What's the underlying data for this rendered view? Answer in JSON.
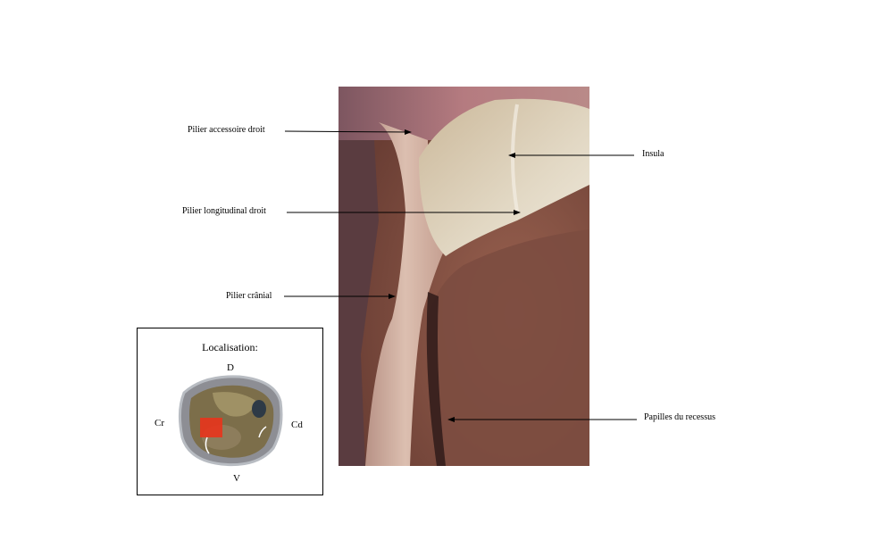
{
  "labels": {
    "pilier_accessoire": "Pilier accessoire droit",
    "pilier_longitudinal": "Pilier longitudinal droit",
    "pilier_cranial": "Pilier crânial",
    "insula": "Insula",
    "papilles": "Papilles du recessus"
  },
  "inset": {
    "title": "Localisation:",
    "dorsal": "D",
    "ventral": "V",
    "cranial": "Cr",
    "caudal": "Cd",
    "highlight_color": "#e8341c"
  },
  "colors": {
    "tissue_pale": "#d9c2b0",
    "tissue_dark": "#6e4238",
    "insula": "#d8cfb8"
  }
}
